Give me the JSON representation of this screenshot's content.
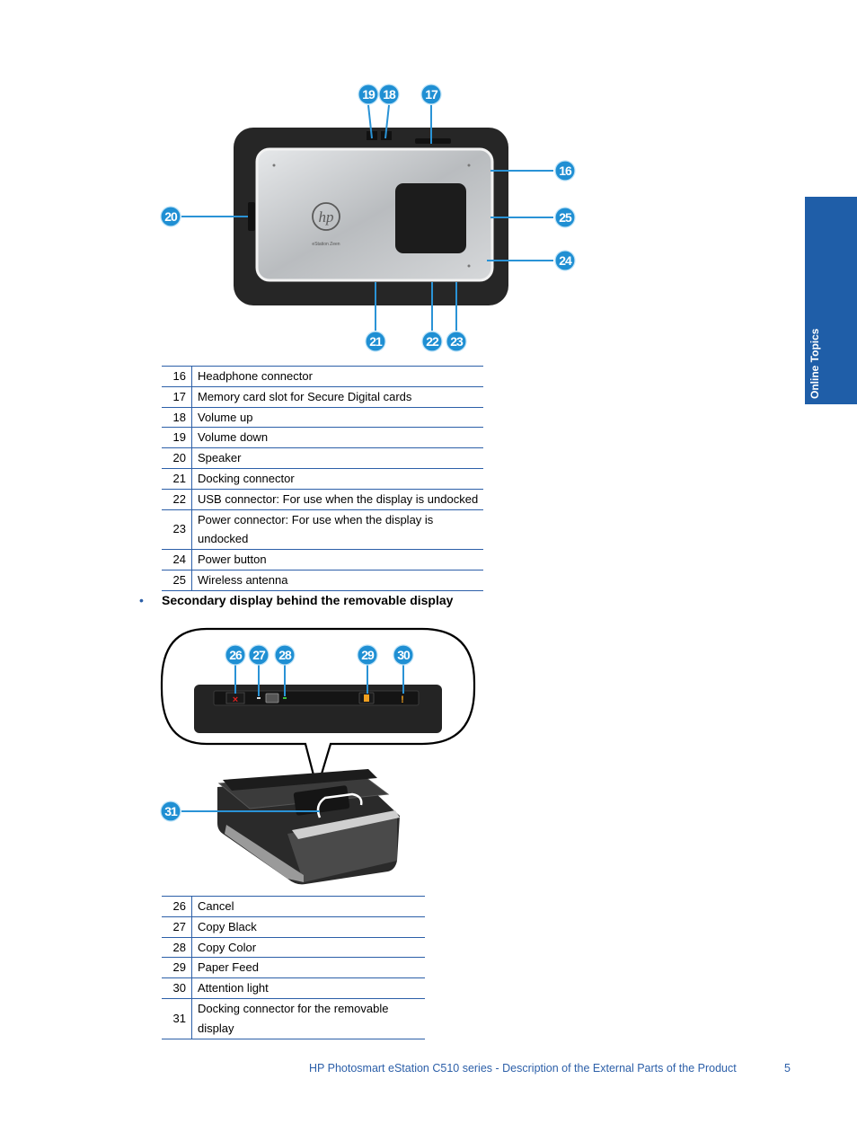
{
  "side_tab": {
    "label": "Online Topics"
  },
  "figure1": {
    "callouts": [
      "19",
      "18",
      "17",
      "16",
      "20",
      "25",
      "24",
      "21",
      "22",
      "23"
    ],
    "logo_text": "hp",
    "device_label": "eStation Zeen"
  },
  "table1": [
    {
      "num": "16",
      "desc": "Headphone connector"
    },
    {
      "num": "17",
      "desc": "Memory card slot for Secure Digital cards"
    },
    {
      "num": "18",
      "desc": "Volume up"
    },
    {
      "num": "19",
      "desc": "Volume down"
    },
    {
      "num": "20",
      "desc": "Speaker"
    },
    {
      "num": "21",
      "desc": "Docking connector"
    },
    {
      "num": "22",
      "desc": "USB connector: For use when the display is undocked"
    },
    {
      "num": "23",
      "desc": "Power connector: For use when the display is undocked"
    },
    {
      "num": "24",
      "desc": "Power button"
    },
    {
      "num": "25",
      "desc": "Wireless antenna"
    }
  ],
  "section": {
    "bullet": "•",
    "heading": "Secondary display behind the removable display"
  },
  "figure2": {
    "callouts": [
      "26",
      "27",
      "28",
      "29",
      "30",
      "31"
    ],
    "accent_colors": {
      "cancel": "#e02020",
      "copy_color": "#3cc040",
      "paper_feed": "#f0a020",
      "attention": "#f0a020"
    }
  },
  "table2": [
    {
      "num": "26",
      "desc": "Cancel"
    },
    {
      "num": "27",
      "desc": "Copy Black"
    },
    {
      "num": "28",
      "desc": "Copy Color"
    },
    {
      "num": "29",
      "desc": "Paper Feed"
    },
    {
      "num": "30",
      "desc": "Attention light"
    },
    {
      "num": "31",
      "desc": "Docking connector for the removable display"
    }
  ],
  "footer": {
    "text": "HP Photosmart eStation C510 series - Description of the External Parts of the Product",
    "page": "5"
  },
  "colors": {
    "accent_blue": "#2c5fa8",
    "callout_blue": "#1f8fd3"
  }
}
